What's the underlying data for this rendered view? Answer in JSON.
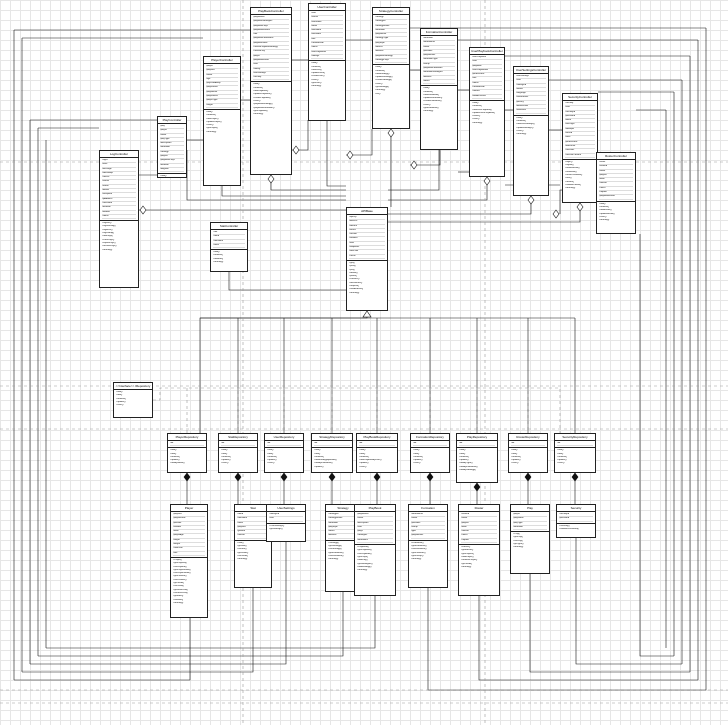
{
  "diagram": {
    "title": "",
    "classes": [
      {
        "id": "c1",
        "name": "PlayBookController",
        "attrs": [
          "-playbookId",
          "-playbookStrategies",
          "-playbookPlays",
          "-playbookRosters",
          "-stat",
          "-playbookFormations",
          "-playbookStats",
          "-currentPlaybookStrategy",
          "-currentPlay",
          "-player",
          "-playbookRoster",
          "-user",
          "-setting",
          "-userSettings",
          "-security"
        ],
        "ops": [
          "+add()",
          "+remove()",
          "+findPlaybook()",
          "+updatePlaybook()",
          "+createPlaybook()",
          "+save()",
          "+playbookStrategy()",
          "+playbookFormation()",
          "+getPlaybook()",
          "+toString()"
        ]
      },
      {
        "id": "c2",
        "name": "PlayerController",
        "attrs": [
          "-player",
          "-playerId",
          "-name",
          "-age",
          "-physicalAbility",
          "-playerStats",
          "-playerRole",
          "-playerSkills",
          "-playerType",
          "-height"
        ],
        "ops": [
          "+add()",
          "+remove()",
          "+findPlayer()",
          "+updatePlayer()",
          "+save()",
          "+getPlayer()",
          "+toString()"
        ]
      },
      {
        "id": "c3",
        "name": "StrategyController",
        "attrs": [
          "-strategy",
          "-strategyId",
          "-strategyName",
          "-formation",
          "-playerRole",
          "-strategyType",
          "-playStyle",
          "-attacks",
          "-defence",
          "-playbookStrategy",
          "-strategyPlays"
        ],
        "ops": [
          "+add()",
          "+remove()",
          "+findStrategy()",
          "+updateStrategy()",
          "+createStrategy()",
          "+save()",
          "+getStrategy()",
          "+toString()",
          "+list()"
        ]
      },
      {
        "id": "c4",
        "name": "FormationController",
        "attrs": [
          "-formation",
          "-formationId",
          "-name",
          "-positions",
          "-playerRoles",
          "-formationType",
          "-lineup",
          "-playbookFormation",
          "-formationStrategies",
          "-defence",
          "-attack"
        ],
        "ops": [
          "+add()",
          "+remove()",
          "+findFormation()",
          "+updateFormation()",
          "+createFormation()",
          "+save()",
          "+getFormation()",
          "+toString()"
        ]
      },
      {
        "id": "c5",
        "name": "UserPlaybookController",
        "attrs": [
          "-userPlaybook",
          "-user",
          "-playbook",
          "-userPlaybookId",
          "-permissions",
          "-role",
          "-status",
          "-createdDate",
          "-shared",
          "-lastAccessed"
        ],
        "ops": [
          "+add()",
          "+remove()",
          "+findUserPlaybook()",
          "+updateUserPlaybook()",
          "+share()",
          "+save()",
          "+toString()"
        ]
      },
      {
        "id": "c6",
        "name": "UserSettingsController",
        "attrs": [
          "-userSettings",
          "-user",
          "-settingsId",
          "-theme",
          "-language",
          "-notifications",
          "-privacy",
          "-defaultView",
          "-autoSave"
        ],
        "ops": [
          "+add()",
          "+remove()",
          "+findUserSettings()",
          "+updateSettings()",
          "+save()",
          "+toString()"
        ]
      },
      {
        "id": "c7",
        "name": "SecurityController",
        "attrs": [
          "-security",
          "-user",
          "-securityId",
          "-password",
          "-token",
          "-lastLogin",
          "-attempts",
          "-locked",
          "-roles",
          "-permissions",
          "-twoFactor",
          "-sessions",
          "-sessionTimeout"
        ],
        "ops": [
          "+login()",
          "+logout()",
          "+authenticate()",
          "+authorize()",
          "+resetPassword()",
          "+lock()",
          "+unlock()",
          "+validateToken()",
          "+toString()"
        ]
      },
      {
        "id": "c8",
        "name": "UserController",
        "attrs": [
          "-user",
          "-userId",
          "-username",
          "-email",
          "-firstName",
          "-lastName",
          "-role",
          "-createdDate",
          "-status",
          "-userPlaybooks",
          "-settings"
        ],
        "ops": [
          "+add()",
          "+remove()",
          "+findUser()",
          "+updateUser()",
          "+createUser()",
          "+save()",
          "+getUser()",
          "+toString()"
        ]
      },
      {
        "id": "c9",
        "name": "PlayController",
        "attrs": [
          "-play",
          "-playId",
          "-name",
          "-playType",
          "-description",
          "-formation",
          "-strategy",
          "-players",
          "-playbookPlays",
          "-duration",
          "-diagram"
        ],
        "ops": [
          "+add()",
          "+remove()",
          "+findPlay()",
          "+updatePlay()",
          "+createPlay()",
          "+save()",
          "+getPlay()",
          "+toString()"
        ]
      },
      {
        "id": "c10",
        "name": "RosterController",
        "attrs": [
          "-roster",
          "-rosterId",
          "-name",
          "-players",
          "-team",
          "-season",
          "-coach",
          "-captain",
          "-playbookRoster"
        ],
        "ops": [
          "+add()",
          "+remove()",
          "+findRoster()",
          "+updateRoster()",
          "+save()",
          "+toString()"
        ]
      },
      {
        "id": "c11",
        "name": "LogController",
        "attrs": [
          "-logId",
          "-level",
          "-message",
          "-timestamp",
          "-source",
          "-userId",
          "-action",
          "-details",
          "-exception",
          "-ipAddress",
          "-sessionId",
          "-duration",
          "-module",
          "-status"
        ],
        "ops": [
          "+logInfo()",
          "+logWarning()",
          "+logError()",
          "+logDebug()",
          "+findLogs()",
          "+clearLogs()",
          "+exportLogs()",
          "+archiveLogs()",
          "+toString()"
        ]
      },
      {
        "id": "c12",
        "name": "StatController",
        "attrs": [
          "-stat",
          "-statId",
          "-statName",
          "-value"
        ],
        "ops": [
          "+add()",
          "+remove()",
          "+findStat()",
          "+toString()"
        ]
      },
      {
        "id": "c13",
        "name": "APIBase",
        "attrs": [
          "-apiKey",
          "-baseUrl",
          "-timeout",
          "-retries",
          "-version",
          "-headers",
          "-auth",
          "-endpoints",
          "-rateLimit",
          "-cache"
        ],
        "ops": [
          "+get()",
          "+post()",
          "+put()",
          "+delete()",
          "+patch()",
          "+connect()",
          "+disconnect()",
          "+request()",
          "+handleError()",
          "+toString()"
        ]
      },
      {
        "id": "c14",
        "name": "<<Interface>> IRepository",
        "attrs": [],
        "ops": [
          "+add()",
          "+find()",
          "+remove()",
          "+update()",
          "+save()"
        ]
      },
      {
        "id": "c15",
        "name": "PlayerRepository",
        "attrs": [
          "-db"
        ],
        "ops": [
          "+add()",
          "+find()",
          "+remove()",
          "+update()",
          "+findByName()"
        ]
      },
      {
        "id": "c16",
        "name": "StatRepository",
        "attrs": [
          "-db"
        ],
        "ops": [
          "+add()",
          "+find()",
          "+remove()",
          "+update()",
          "+save()"
        ]
      },
      {
        "id": "c17",
        "name": "UserRepository",
        "attrs": [
          "-db"
        ],
        "ops": [
          "+add()",
          "+find()",
          "+remove()",
          "+update()",
          "+save()"
        ]
      },
      {
        "id": "c18",
        "name": "StrategyRepository",
        "attrs": [
          "-db"
        ],
        "ops": [
          "+add()",
          "+find()",
          "+remove()",
          "+findStrategyByName()",
          "+findByFormation()",
          "+update()"
        ]
      },
      {
        "id": "c19",
        "name": "PlayBookRepository",
        "attrs": [
          "-db"
        ],
        "ops": [
          "+add()",
          "+find()",
          "+remove()",
          "+findPlaybookByUser()",
          "+update()",
          "+save()"
        ]
      },
      {
        "id": "c20",
        "name": "FormationRepository",
        "attrs": [
          "-db"
        ],
        "ops": [
          "+add()",
          "+find()",
          "+remove()",
          "+update()",
          "+save()"
        ]
      },
      {
        "id": "c21",
        "name": "PlayRepository",
        "attrs": [
          "-db"
        ],
        "ops": [
          "+add()",
          "+find()",
          "+remove()",
          "+update()",
          "+findByType()",
          "+findByFormation()",
          "+findByStrategy()"
        ]
      },
      {
        "id": "c22",
        "name": "RosterRepository",
        "attrs": [
          "-db"
        ],
        "ops": [
          "+add()",
          "+find()",
          "+remove()",
          "+update()",
          "+save()"
        ]
      },
      {
        "id": "c23",
        "name": "SecurityRepository",
        "attrs": [
          "-db"
        ],
        "ops": [
          "+add()",
          "+find()",
          "+remove()",
          "+update()",
          "+save()"
        ]
      },
      {
        "id": "c24",
        "name": "Player",
        "attrs": [
          "-playerId",
          "-playerName",
          "-position",
          "-number",
          "-team",
          "-playerAge",
          "-height",
          "-weight",
          "-skillLevel",
          "-role"
        ],
        "ops": [
          "+Player()",
          "+getPlayerId()",
          "+setPlayerId()",
          "+getPlayerName()",
          "+setPlayerName()",
          "+getPosition()",
          "+setPosition()",
          "+getTeam()",
          "+setTeam()",
          "+getSkillLevel()",
          "+setSkillLevel()",
          "+getRole()",
          "+setRole()",
          "+toString()"
        ]
      },
      {
        "id": "c25",
        "name": "Stat",
        "attrs": [
          "-statId",
          "-statName",
          "-value",
          "-playerId",
          "-gameId",
          "-season"
        ],
        "ops": [
          "+Stat()",
          "+getStat()",
          "+setStat()",
          "+getValue()",
          "+setValue()",
          "+toString()"
        ]
      },
      {
        "id": "c26",
        "name": "UserSettings",
        "attrs": [
          "-settingsId",
          "-user"
        ],
        "ops": [
          "+UserSettings()",
          "+getSettings()"
        ]
      },
      {
        "id": "c27",
        "name": "Strategy",
        "attrs": [
          "-strategyId",
          "-strategyName",
          "-formation",
          "-playStyle",
          "-attack",
          "-defence"
        ],
        "ops": [
          "+Strategy()",
          "+getStrategy()",
          "+setStrategy()",
          "+getFormation()",
          "+setFormation()",
          "+toString()"
        ]
      },
      {
        "id": "c28",
        "name": "PlayBook",
        "attrs": [
          "-playbookId",
          "-name",
          "-description",
          "-user",
          "-plays",
          "-strategies",
          "-formations"
        ],
        "ops": [
          "+PlayBook()",
          "+getPlaybook()",
          "+setPlaybook()",
          "+getPlays()",
          "+addPlay()",
          "+getStrategies()",
          "+addStrategy()",
          "+toString()"
        ]
      },
      {
        "id": "c29",
        "name": "Formation",
        "attrs": [
          "-formationId",
          "-name",
          "-positions",
          "-lineup",
          "-type",
          "-playerRoles"
        ],
        "ops": [
          "+Formation()",
          "+getFormation()",
          "+setFormation()",
          "+getPositions()",
          "+getLineup()",
          "+toString()"
        ]
      },
      {
        "id": "c30",
        "name": "Roster",
        "attrs": [
          "-rosterId",
          "-name",
          "-players",
          "-team",
          "-season",
          "-coach",
          "-captain"
        ],
        "ops": [
          "+Roster()",
          "+getRoster()",
          "+getPlayers()",
          "+addPlayer()",
          "+removePlayer()",
          "+getTeam()",
          "+toString()"
        ]
      },
      {
        "id": "c31",
        "name": "Play",
        "attrs": [
          "-playId",
          "-playName",
          "-playType",
          "-formation"
        ],
        "ops": [
          "+Play()",
          "+getPlay()",
          "+setPlay()",
          "+getType()",
          "+toString()"
        ]
      },
      {
        "id": "c32",
        "name": "Security",
        "attrs": [
          "-securityId",
          "-password"
        ],
        "ops": [
          "+Security()",
          "+validatePassword()"
        ]
      }
    ]
  }
}
